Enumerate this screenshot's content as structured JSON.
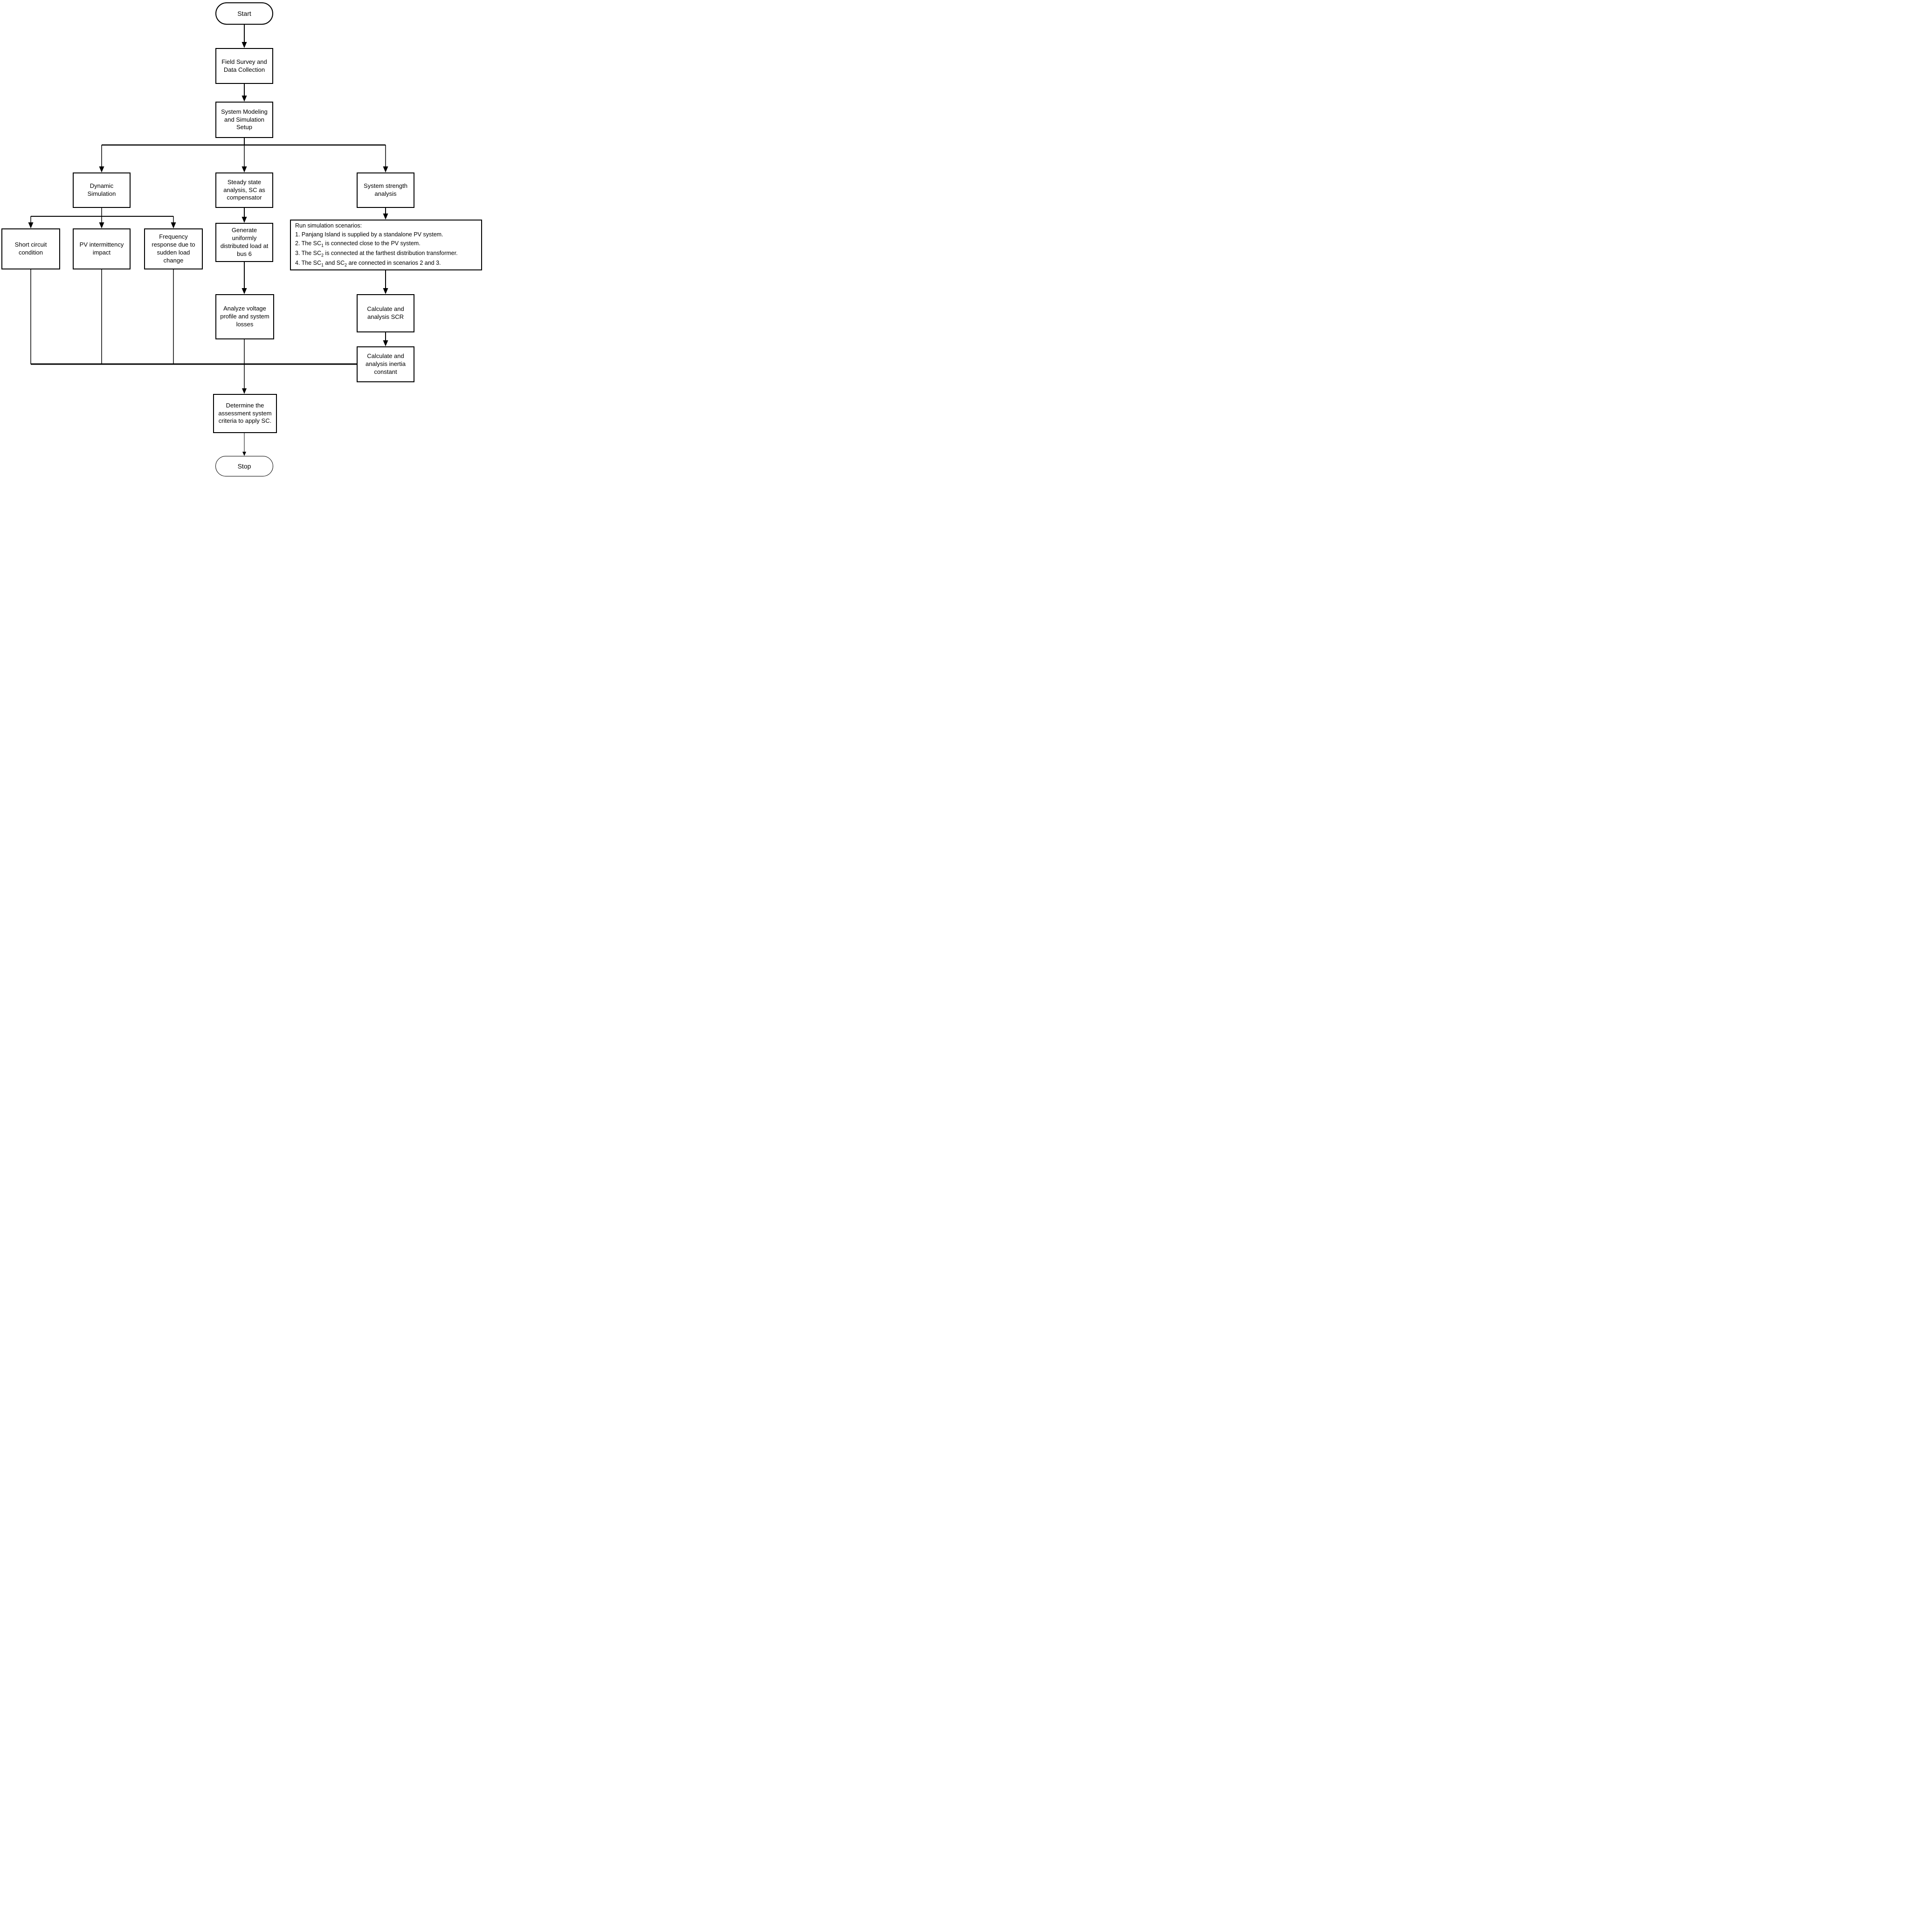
{
  "flowchart": {
    "colors": {
      "stroke": "#000000",
      "background": "#ffffff",
      "text": "#000000"
    },
    "nodes": {
      "start": {
        "label": "Start",
        "type": "terminator"
      },
      "field_survey": {
        "label": "Field Survey and\nData Collection",
        "type": "process"
      },
      "system_modeling": {
        "label": "System Modeling\nand Simulation\nSetup",
        "type": "process"
      },
      "dynamic_simulation": {
        "label": "Dynamic\nSimulation",
        "type": "process"
      },
      "steady_state": {
        "label": "Steady state\nanalysis, SC as\ncompensator",
        "type": "process"
      },
      "system_strength": {
        "label": "System strength\nanalysis",
        "type": "process"
      },
      "short_circuit": {
        "label": "Short circuit\ncondition",
        "type": "process"
      },
      "pv_intermittency": {
        "label": "PV intermittency\nimpact",
        "type": "process"
      },
      "frequency_response": {
        "label": "Frequency\nresponse due to\nsudden load\nchange",
        "type": "process"
      },
      "generate_load": {
        "label": "Generate\nuniformly\ndistributed load at\nbus 6",
        "type": "process"
      },
      "analyze_voltage": {
        "label": "Analyze voltage\nprofile and system\nlosses",
        "type": "process"
      },
      "scenarios": {
        "type": "process",
        "lines": [
          {
            "parts": [
              {
                "text": "Run simulation scenarios:"
              }
            ]
          },
          {
            "parts": [
              {
                "text": "1. Panjang Island is supplied by a standalone PV system."
              }
            ]
          },
          {
            "parts": [
              {
                "text": "2. The SC"
              },
              {
                "text": "1",
                "sub": true
              },
              {
                "text": " is connected close to the PV system."
              }
            ]
          },
          {
            "parts": [
              {
                "text": "3. The SC"
              },
              {
                "text": "2",
                "sub": true
              },
              {
                "text": " is connected at the farthest distribution transformer."
              }
            ]
          },
          {
            "parts": [
              {
                "text": "4. The SC"
              },
              {
                "text": "1",
                "sub": true
              },
              {
                "text": " and SC"
              },
              {
                "text": "2",
                "sub": true
              },
              {
                "text": " are connected in scenarios 2 and 3."
              }
            ]
          }
        ]
      },
      "calc_scr": {
        "label": "Calculate and\nanalysis SCR",
        "type": "process"
      },
      "calc_inertia": {
        "label": "Calculate and\nanalysis inertia\nconstant",
        "type": "process"
      },
      "determine": {
        "label": "Determine the\nassessment system\ncriteria to apply SC.",
        "type": "process"
      },
      "stop": {
        "label": "Stop",
        "type": "terminator"
      }
    }
  }
}
